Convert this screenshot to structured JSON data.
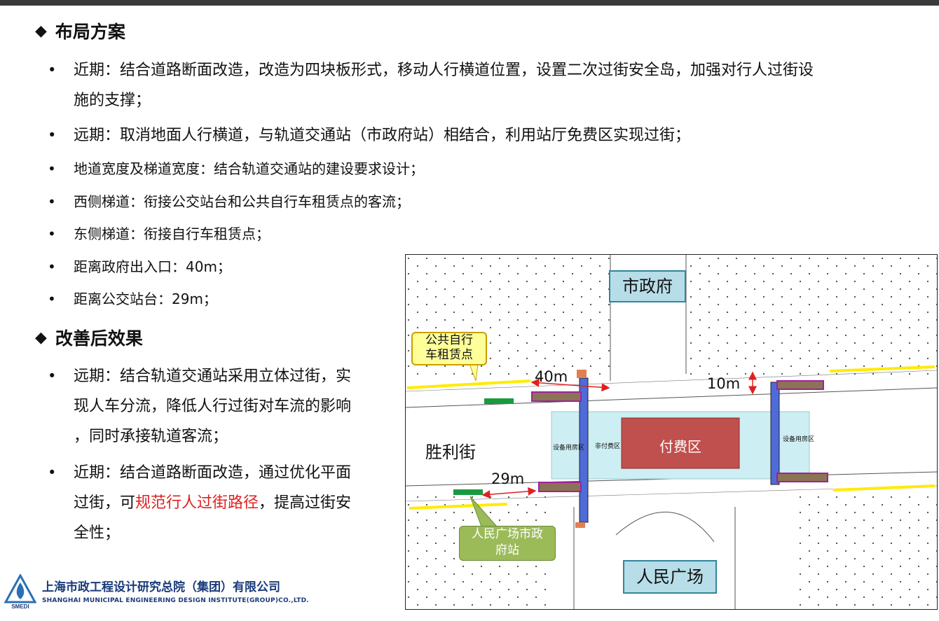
{
  "section1": {
    "title": "布局方案",
    "items": [
      {
        "line1": "近期：结合道路断面改造，改造为四块板形式，移动人行横道位置，设置二次过街安全岛，加强对行人过街设",
        "line2": "施的支撑；"
      },
      {
        "line1": "远期：取消地面人行横道，与轨道交通站（市政府站）相结合，利用站厅免费区实现过街；"
      },
      {
        "line1": "地道宽度及梯道宽度：结合轨道交通站的建设要求设计；"
      },
      {
        "line1": "西侧梯道：衔接公交站台和公共自行车租赁点的客流；"
      },
      {
        "line1": "东侧梯道：衔接自行车租赁点；"
      },
      {
        "line1": "距离政府出入口：40m；"
      },
      {
        "line1": "距离公交站台：29m；"
      }
    ]
  },
  "section2": {
    "title": "改善后效果",
    "item1": {
      "l1": "远期：结合轨道交通站采用立体过街，实",
      "l2": "现人车分流，降低人行过街对车流的影响",
      "l3": "，同时承接轨道客流；"
    },
    "item2": {
      "l1": "近期：结合道路断面改造，通过优化平面",
      "l2a": "过街，可",
      "l2b": "规范行人过街路径",
      "l2c": "，提高过街安",
      "l3": "全性；"
    }
  },
  "bullet_symbol": "•",
  "map": {
    "label_city_gov": "市政府",
    "label_people_square": "人民广场",
    "label_street": "胜利街",
    "label_paid_area": "付费区",
    "label_unpaid_area": "非付费区",
    "label_equipment_w": "设备用房区",
    "label_equipment_e": "设备用房区",
    "callout_bike_l1": "公共自行",
    "callout_bike_l2": "车租赁点",
    "callout_station_l1": "人民广场市政",
    "callout_station_l2": "府站",
    "dim_40": "40m",
    "dim_29": "29m",
    "dim_10": "10m"
  },
  "footer": {
    "company_cn": "上海市政工程设计研究总院（集团）有限公司",
    "company_en": "SHANGHAI MUNICIPAL ENGINEERING DESIGN INSTITUTE(GROUP)CO.,LTD.",
    "logo_text": "SMEDI"
  },
  "colors": {
    "paid_area": "#c0504d",
    "concourse": "#cdeef2",
    "label_box": "#b7dde8",
    "label_border": "#31859c",
    "callout_yellow": "#ffff99",
    "callout_green": "#9bbb59",
    "corridor_blue": "#4f6bd8",
    "accent_red": "#e02020"
  }
}
